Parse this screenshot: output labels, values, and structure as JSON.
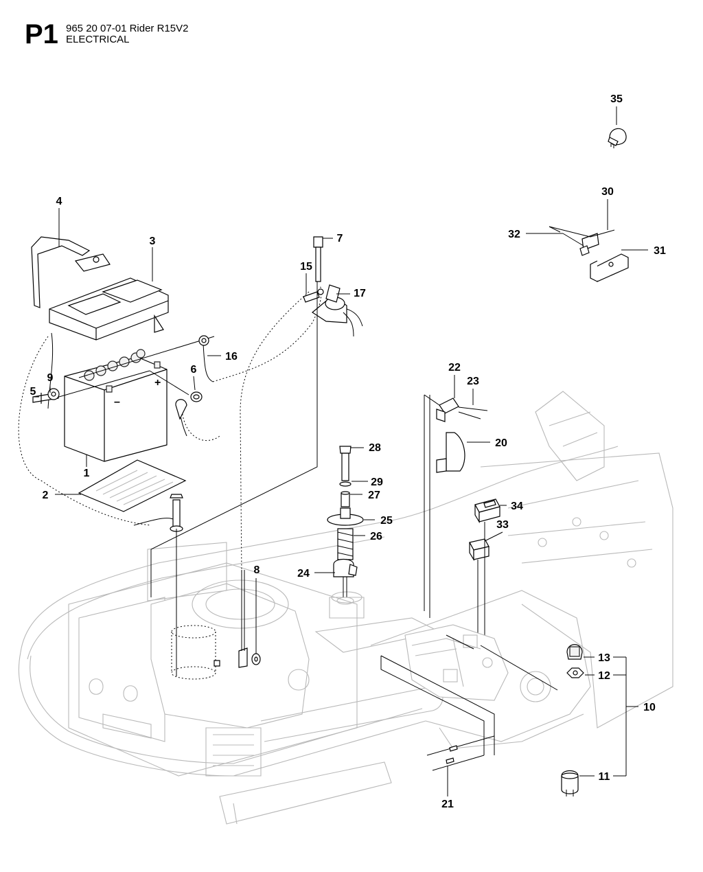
{
  "header": {
    "code": "P1",
    "line1": "965 20 07-01 Rider R15V2",
    "line2": "ELECTRICAL"
  },
  "callouts": [
    {
      "id": "c1",
      "num": "1"
    },
    {
      "id": "c2",
      "num": "2"
    },
    {
      "id": "c3",
      "num": "3"
    },
    {
      "id": "c4",
      "num": "4"
    },
    {
      "id": "c5",
      "num": "5"
    },
    {
      "id": "c6",
      "num": "6"
    },
    {
      "id": "c7",
      "num": "7"
    },
    {
      "id": "c8",
      "num": "8"
    },
    {
      "id": "c9",
      "num": "9"
    },
    {
      "id": "c10",
      "num": "10"
    },
    {
      "id": "c11",
      "num": "11"
    },
    {
      "id": "c12",
      "num": "12"
    },
    {
      "id": "c13",
      "num": "13"
    },
    {
      "id": "c15",
      "num": "15"
    },
    {
      "id": "c16",
      "num": "16"
    },
    {
      "id": "c17",
      "num": "17"
    },
    {
      "id": "c20",
      "num": "20"
    },
    {
      "id": "c21",
      "num": "21"
    },
    {
      "id": "c22",
      "num": "22"
    },
    {
      "id": "c23",
      "num": "23"
    },
    {
      "id": "c24",
      "num": "24"
    },
    {
      "id": "c25",
      "num": "25"
    },
    {
      "id": "c26",
      "num": "26"
    },
    {
      "id": "c27",
      "num": "27"
    },
    {
      "id": "c28",
      "num": "28"
    },
    {
      "id": "c29",
      "num": "29"
    },
    {
      "id": "c30",
      "num": "30"
    },
    {
      "id": "c31",
      "num": "31"
    },
    {
      "id": "c32",
      "num": "32"
    },
    {
      "id": "c33",
      "num": "33"
    },
    {
      "id": "c34",
      "num": "34"
    },
    {
      "id": "c35",
      "num": "35"
    }
  ],
  "battery_terminals": {
    "plus": "+",
    "minus": "–"
  }
}
